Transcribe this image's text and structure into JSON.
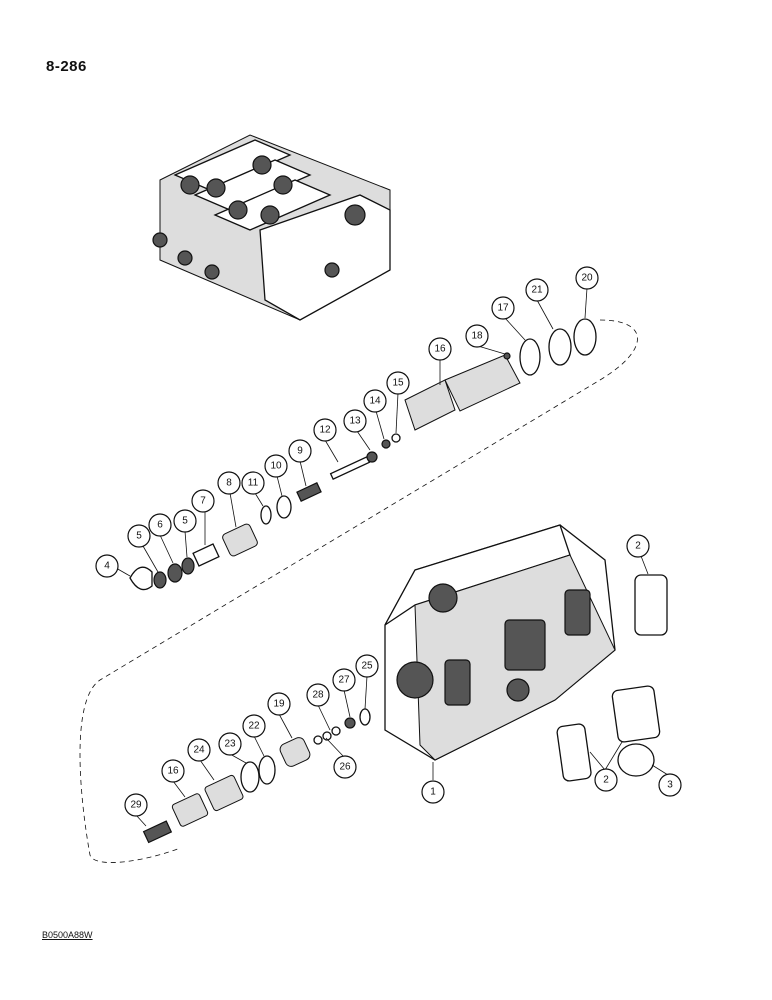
{
  "page": {
    "number": "8-286",
    "drawing_code": "B0500A88W"
  },
  "callouts": {
    "c1": "1",
    "c2a": "2",
    "c2b": "2",
    "c3": "3",
    "c4": "4",
    "c5a": "5",
    "c5b": "5",
    "c6": "6",
    "c7": "7",
    "c8": "8",
    "c9": "9",
    "c10": "10",
    "c11": "11",
    "c12": "12",
    "c13": "13",
    "c14": "14",
    "c15": "15",
    "c16a": "16",
    "c16b": "16",
    "c17": "17",
    "c18": "18",
    "c19": "19",
    "c20": "20",
    "c21": "21",
    "c22": "22",
    "c23": "23",
    "c24": "24",
    "c25": "25",
    "c26": "26",
    "c27": "27",
    "c28": "28",
    "c29": "29"
  }
}
